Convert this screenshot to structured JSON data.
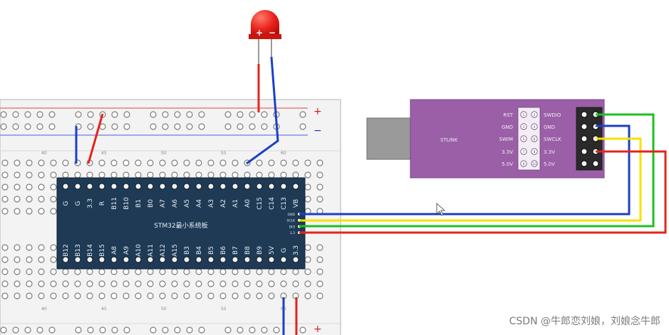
{
  "led": {
    "plus": "+",
    "minus": "−"
  },
  "breadboard": {
    "rail_plus": "+",
    "rail_minus": "−",
    "column_numbers": [
      "40",
      "45",
      "50",
      "55",
      "60"
    ]
  },
  "stm32": {
    "title": "STM32最小系统板",
    "top_pins": [
      "G",
      "G",
      "3.3",
      "R",
      "B11",
      "B10",
      "B1",
      "B0",
      "A7",
      "A6",
      "A5",
      "A4",
      "A3",
      "A2",
      "A1",
      "A0",
      "C15",
      "C14",
      "C13",
      "VB"
    ],
    "bottom_pins": [
      "B12",
      "B13",
      "B14",
      "B15",
      "A8",
      "A9",
      "A10",
      "A11",
      "A12",
      "A15",
      "B3",
      "B4",
      "B5",
      "B6",
      "B7",
      "B8",
      "B9",
      "5V",
      "G",
      "3.3"
    ],
    "side_pins": [
      "GND",
      "SCLK",
      "DIO",
      "3.3"
    ]
  },
  "stlink": {
    "name": "STLINK",
    "left_labels": [
      "RST",
      "GND",
      "SWIM",
      "3.3V",
      "5.0V"
    ],
    "right_labels": [
      "SWDIO",
      "GND",
      "SWCLK",
      "3.3V",
      "5.0V"
    ],
    "pin_numbers": [
      [
        "1",
        "2"
      ],
      [
        "3",
        "4"
      ],
      [
        "5",
        "6"
      ],
      [
        "7",
        "8"
      ],
      [
        "9",
        "10"
      ]
    ]
  },
  "colors": {
    "red_wire": "#e5231b",
    "blue_wire": "#1a3fc8",
    "yellow_wire": "#f5e100",
    "green_wire": "#19c21f",
    "stm32_board": "#1e3a55",
    "stlink_body": "#9b5fa8"
  },
  "watermark": "CSDN @牛郎恋刘娘，刘娘念牛郎"
}
